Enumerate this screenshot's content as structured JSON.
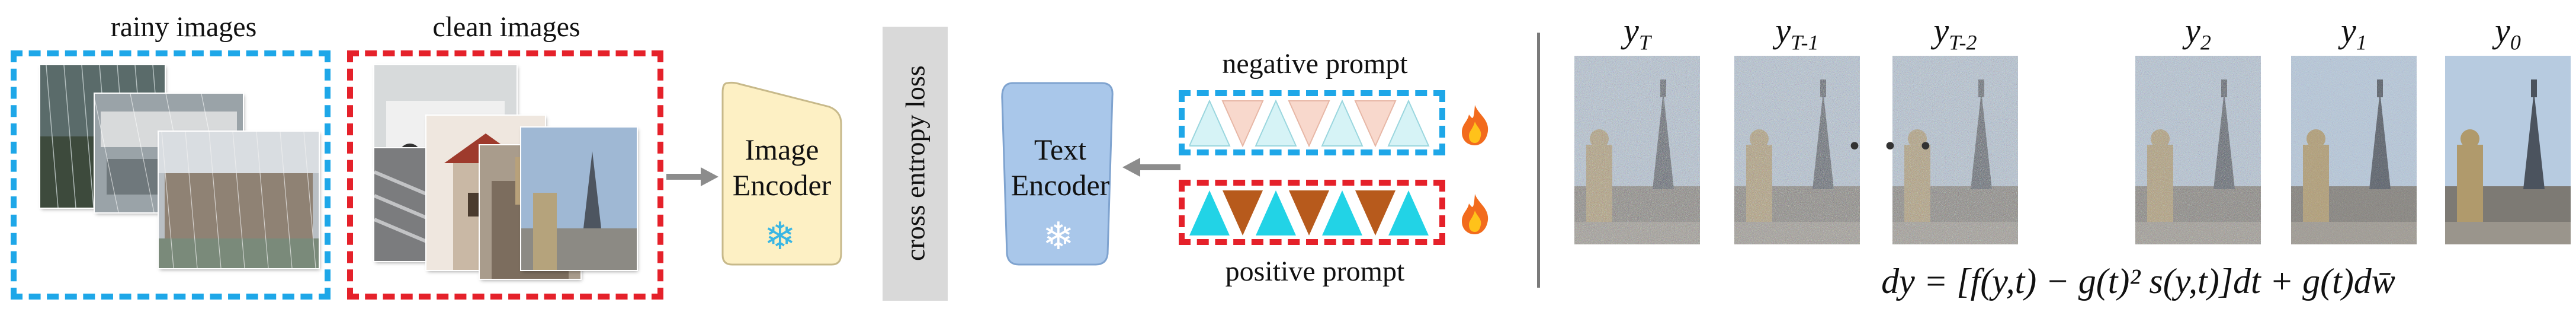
{
  "labels": {
    "rainy_images": "rainy images",
    "clean_images": "clean images",
    "image_encoder_line1": "Image",
    "image_encoder_line2": "Encoder",
    "cross_entropy_loss": "cross entropy loss",
    "text_encoder_line1": "Text",
    "text_encoder_line2": "Encoder",
    "negative_prompt": "negative prompt",
    "positive_prompt": "positive prompt",
    "ellipsis": "• • •"
  },
  "timesteps": [
    {
      "base": "y",
      "sub": "T"
    },
    {
      "base": "y",
      "sub": "T-1"
    },
    {
      "base": "y",
      "sub": "T-2"
    },
    {
      "base": "y",
      "sub": "2"
    },
    {
      "base": "y",
      "sub": "1"
    },
    {
      "base": "y",
      "sub": "0"
    }
  ],
  "noise_levels": [
    1.0,
    1.0,
    1.0,
    0.9,
    0.55,
    0.0
  ],
  "equation": "dy = [f(y,t) − g(t)² s(y,t)]dt + g(t)dw̄",
  "colors": {
    "blue": "#1ea7e8",
    "red": "#e5212a",
    "image_encoder_fill": "#fdf0c4",
    "text_encoder_fill": "#a9c7ea",
    "loss_bar": "#d9d9d9",
    "neg_triangle": "#f8d8cc",
    "neg_triangle_light": "#d6f3f6",
    "pos_triangle_cyan": "#22d3e6",
    "pos_triangle_brown": "#b75a1c"
  },
  "icons": [
    "snowflake-icon",
    "flame-icon",
    "arrow-icon"
  ]
}
